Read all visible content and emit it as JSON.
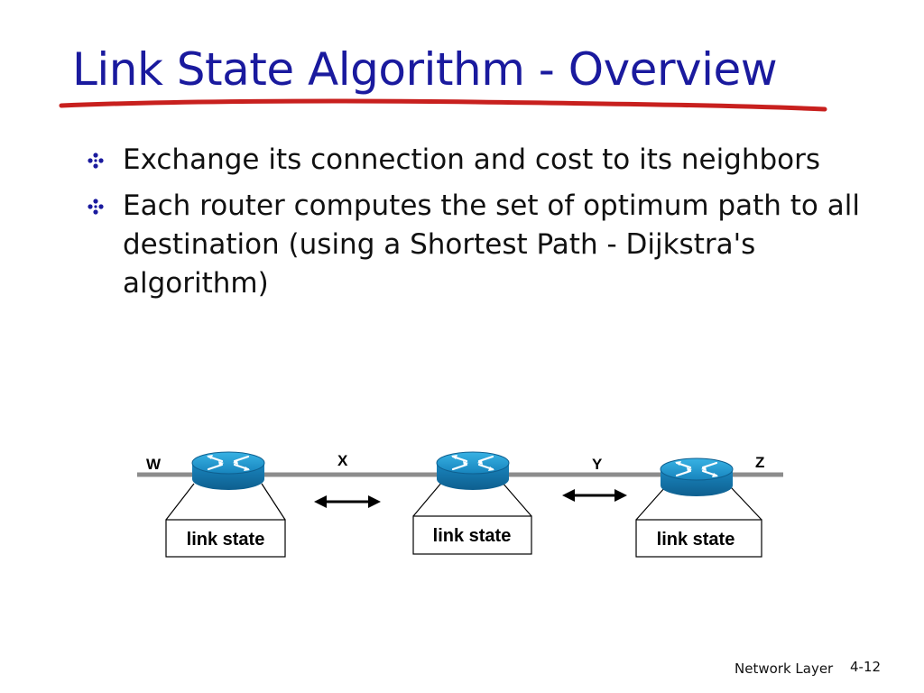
{
  "slide": {
    "title": "Link State Algorithm - Overview",
    "accent_color": "#1a1a9e",
    "underline_color": "#c8201e",
    "bullets": [
      "Exchange its connection and cost to its neighbors",
      "Each router computes the set of optimum path to all destination (using a Shortest Path - Dijkstra's algorithm)"
    ],
    "bullet_icon": "diamond-dots-icon",
    "diagram": {
      "segment_labels": [
        "W",
        "X",
        "Y",
        "Z"
      ],
      "routers": [
        {
          "name": "router",
          "icon": "router-icon",
          "link_state_label": "link state"
        },
        {
          "name": "router",
          "icon": "router-icon",
          "link_state_label": "link state"
        },
        {
          "name": "router",
          "icon": "router-icon",
          "link_state_label": "link state"
        }
      ],
      "exchange_arrows": 2,
      "router_color": "#1b8fc6"
    },
    "footer": {
      "label": "Network Layer",
      "page": "4-12"
    }
  }
}
